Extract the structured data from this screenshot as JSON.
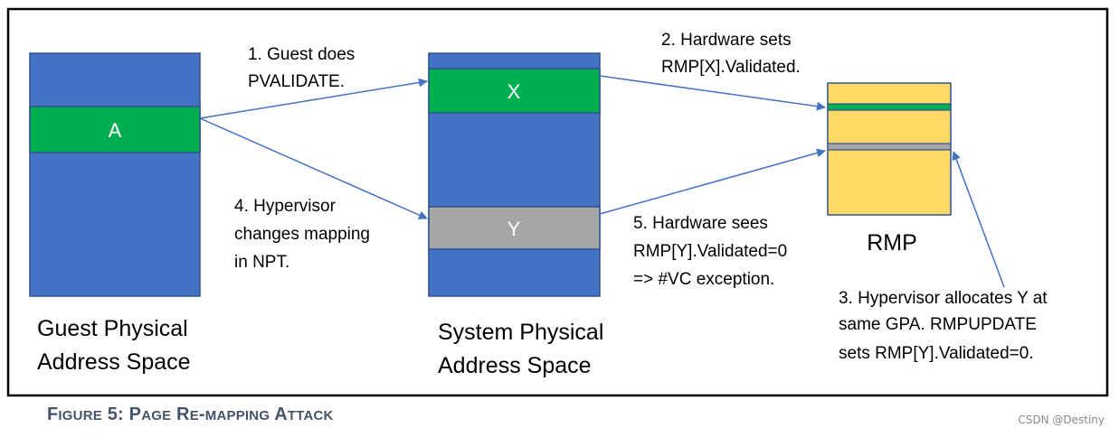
{
  "steps": {
    "step1": [
      "1. Guest does",
      "PVALIDATE."
    ],
    "step2": [
      "2. Hardware sets",
      "RMP[X].Validated."
    ],
    "step3": [
      "3. Hypervisor allocates Y at",
      "same GPA.  RMPUPDATE",
      "sets RMP[Y].Validated=0."
    ],
    "step4": [
      "4. Hypervisor",
      "changes mapping",
      "in NPT."
    ],
    "step5": [
      "5. Hardware sees",
      "RMP[Y].Validated=0",
      "=> #VC exception."
    ]
  },
  "blocks": {
    "guest": {
      "label": [
        "Guest Physical",
        "Address Space"
      ],
      "page": "A"
    },
    "system": {
      "label": [
        "System Physical",
        "Address Space"
      ],
      "page_x": "X",
      "page_y": "Y"
    },
    "rmp": {
      "label": "RMP"
    }
  },
  "caption": {
    "parts": [
      {
        "text": "F",
        "small": false
      },
      {
        "text": "IGURE",
        "small": true
      },
      {
        "text": " 5: P",
        "small": false
      },
      {
        "text": "AGE",
        "small": true
      },
      {
        "text": " R",
        "small": false
      },
      {
        "text": "E",
        "small": true
      },
      {
        "text": "-",
        "small": false
      },
      {
        "text": "MAPPING",
        "small": true
      },
      {
        "text": " A",
        "small": false
      },
      {
        "text": "TTACK",
        "small": true
      }
    ]
  },
  "watermark": "CSDN @Destiny",
  "colors": {
    "blue": "#4472c4",
    "green": "#00b050",
    "gray": "#a6a6a6",
    "yellow": "#ffd966",
    "arrow": "#4472c4"
  }
}
